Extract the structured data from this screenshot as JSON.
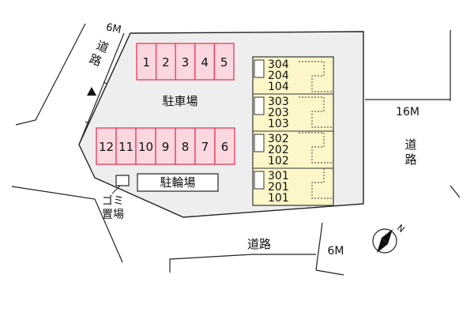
{
  "site": {
    "parking_label": "駐車場",
    "bicycle_parking_label": "駐輪場",
    "garbage_label_line1": "ゴミ",
    "garbage_label_line2": "置場"
  },
  "parking": {
    "top_row": [
      "1",
      "2",
      "3",
      "4",
      "5"
    ],
    "bottom_row": [
      "12",
      "11",
      "10",
      "9",
      "8",
      "7",
      "6"
    ]
  },
  "building": {
    "units": [
      [
        "304",
        "204",
        "104"
      ],
      [
        "303",
        "203",
        "103"
      ],
      [
        "302",
        "202",
        "102"
      ],
      [
        "301",
        "201",
        "101"
      ]
    ]
  },
  "roads": {
    "northwest": {
      "name_char1": "道",
      "name_char2": "路",
      "width": "6M"
    },
    "east": {
      "name_char1": "道",
      "name_char2": "路",
      "width": "16M"
    },
    "south": {
      "name": "道路",
      "width": "6M"
    }
  },
  "compass": {
    "north": "N"
  },
  "colors": {
    "parking_fill": "#fbd8e0",
    "parking_stroke": "#e8385a",
    "building_fill": "#fdf6c8",
    "site_fill": "#eeeeee"
  }
}
